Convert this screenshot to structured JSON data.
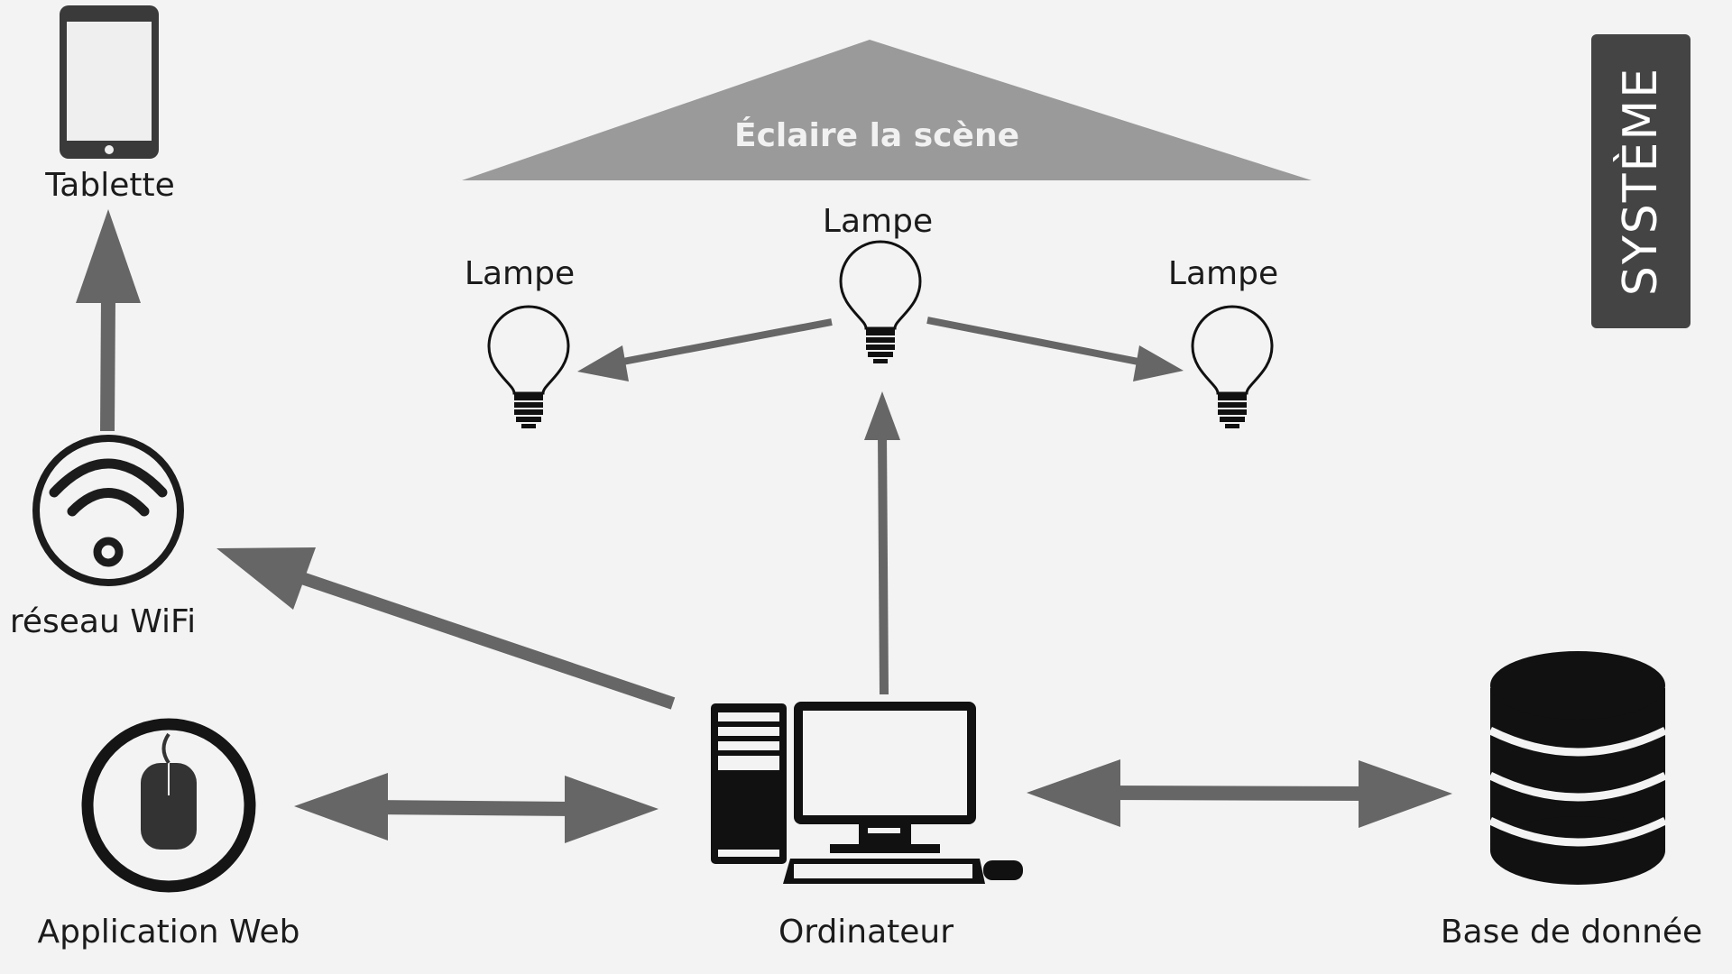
{
  "title_badge": "SYSTÈME",
  "roof_label": "Éclaire la scène",
  "nodes": {
    "tablet": "Tablette",
    "wifi": "réseau WiFi",
    "web_app": "Application Web",
    "computer": "Ordinateur",
    "database": "Base de donnée",
    "lamp_left": "Lampe",
    "lamp_center": "Lampe",
    "lamp_right": "Lampe"
  },
  "icons": {
    "tablet": "tablet-icon",
    "wifi": "wifi-icon",
    "web_app": "mouse-icon",
    "computer": "desktop-computer-icon",
    "database": "database-icon",
    "lamp": "light-bulb-icon"
  },
  "colors": {
    "background": "#f3f3f3",
    "arrow": "#666666",
    "roof": "#9a9a9a",
    "badge": "#444444",
    "icon": "#111111"
  }
}
